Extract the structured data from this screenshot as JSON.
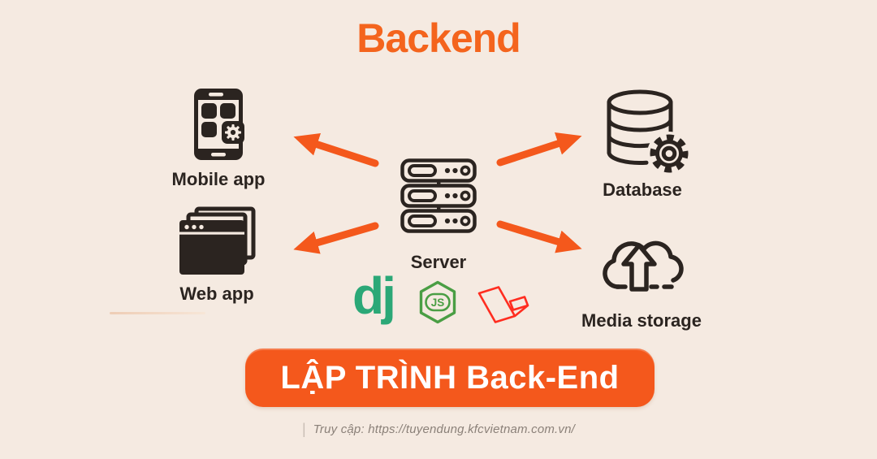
{
  "title": "Backend",
  "nodes": {
    "mobile_app": {
      "label": "Mobile app"
    },
    "web_app": {
      "label": "Web app"
    },
    "server": {
      "label": "Server"
    },
    "database": {
      "label": "Database"
    },
    "media_storage": {
      "label": "Media storage"
    }
  },
  "logos": {
    "django": {
      "text": "dj",
      "color": "#2ba877"
    },
    "nodejs": {
      "text": "JS",
      "color": "#4a9e44"
    },
    "laravel": {
      "color": "#ff2d20"
    }
  },
  "banner": {
    "label": "LẬP TRÌNH Back-End"
  },
  "footer": {
    "separator": "|",
    "text": "Truy cập: https://tuyendung.kfcvietnam.com.vn/"
  },
  "colors": {
    "background": "#f5eae1",
    "accent_orange": "#f4581c",
    "title_orange": "#f4641d",
    "icon_dark": "#2b2420",
    "footer_gray": "#8b8179"
  }
}
